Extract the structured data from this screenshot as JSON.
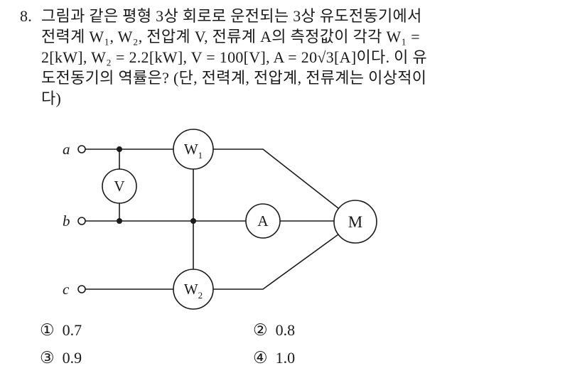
{
  "question": {
    "number": "8.",
    "lines": [
      "그림과 같은 평형 3상 회로로 운전되는 3상 유도전동기에서",
      "전력계 W₁, W₂, 전압계 V, 전류계 A의 측정값이 각각 W₁ =",
      "2[kW], W₂ = 2.2[kW], V = 100[V], A = 20√3[A]이다. 이 유",
      "도전동기의 역률은? (단, 전력계, 전압계, 전류계는 이상적이",
      "다)"
    ]
  },
  "diagram": {
    "phase_labels": {
      "a": "a",
      "b": "b",
      "c": "c"
    },
    "meters": {
      "w1_main": "W",
      "w1_sub": "1",
      "w2_main": "W",
      "w2_sub": "2",
      "voltmeter": "V",
      "ammeter": "A",
      "motor": "M"
    }
  },
  "choices": [
    {
      "marker": "①",
      "value": "0.7"
    },
    {
      "marker": "②",
      "value": "0.8"
    },
    {
      "marker": "③",
      "value": "0.9"
    },
    {
      "marker": "④",
      "value": "1.0"
    }
  ],
  "colors": {
    "ink": "#1a1a1a",
    "background": "#ffffff"
  }
}
